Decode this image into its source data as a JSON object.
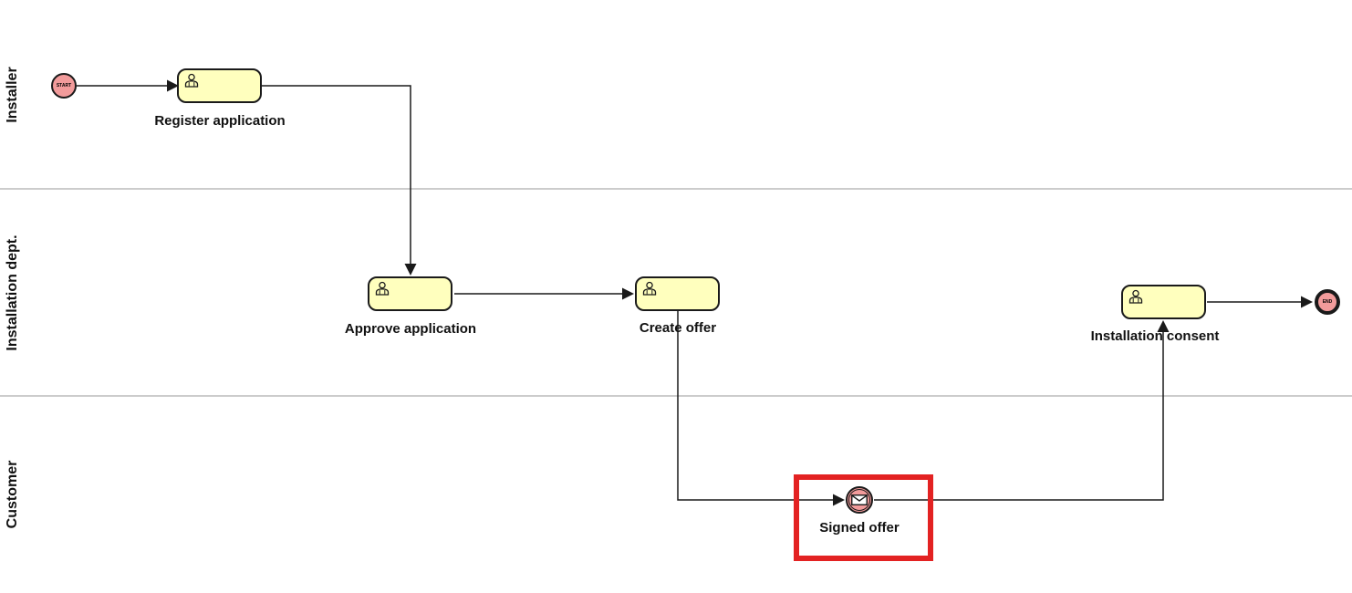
{
  "diagram": {
    "type": "BPMN swimlane process diagram",
    "lanes": [
      {
        "label": "Installer"
      },
      {
        "label": "Installation dept."
      },
      {
        "label": "Customer"
      }
    ],
    "nodes": {
      "start_event": {
        "kind": "start-event",
        "label": "START"
      },
      "register_application": {
        "kind": "user-task",
        "label": "Register application"
      },
      "approve_application": {
        "kind": "user-task",
        "label": "Approve application"
      },
      "create_offer": {
        "kind": "user-task",
        "label": "Create offer"
      },
      "signed_offer": {
        "kind": "intermediate-message-event",
        "label": "Signed offer",
        "highlighted": true
      },
      "installation_consent": {
        "kind": "user-task",
        "label": "Installation consent"
      },
      "end_event": {
        "kind": "end-event",
        "label": "END"
      }
    },
    "flows": [
      "START -> Register application",
      "Register application -> Approve application",
      "Approve application -> Create offer",
      "Create offer -> Signed offer",
      "Signed offer -> Installation consent",
      "Installation consent -> END"
    ],
    "colors": {
      "task_fill": "#FFFFBE",
      "event_fill": "#F29B9B",
      "node_stroke": "#1A1A1A",
      "highlight_red": "#E32222",
      "lane_divider": "#CCCCCC"
    }
  }
}
